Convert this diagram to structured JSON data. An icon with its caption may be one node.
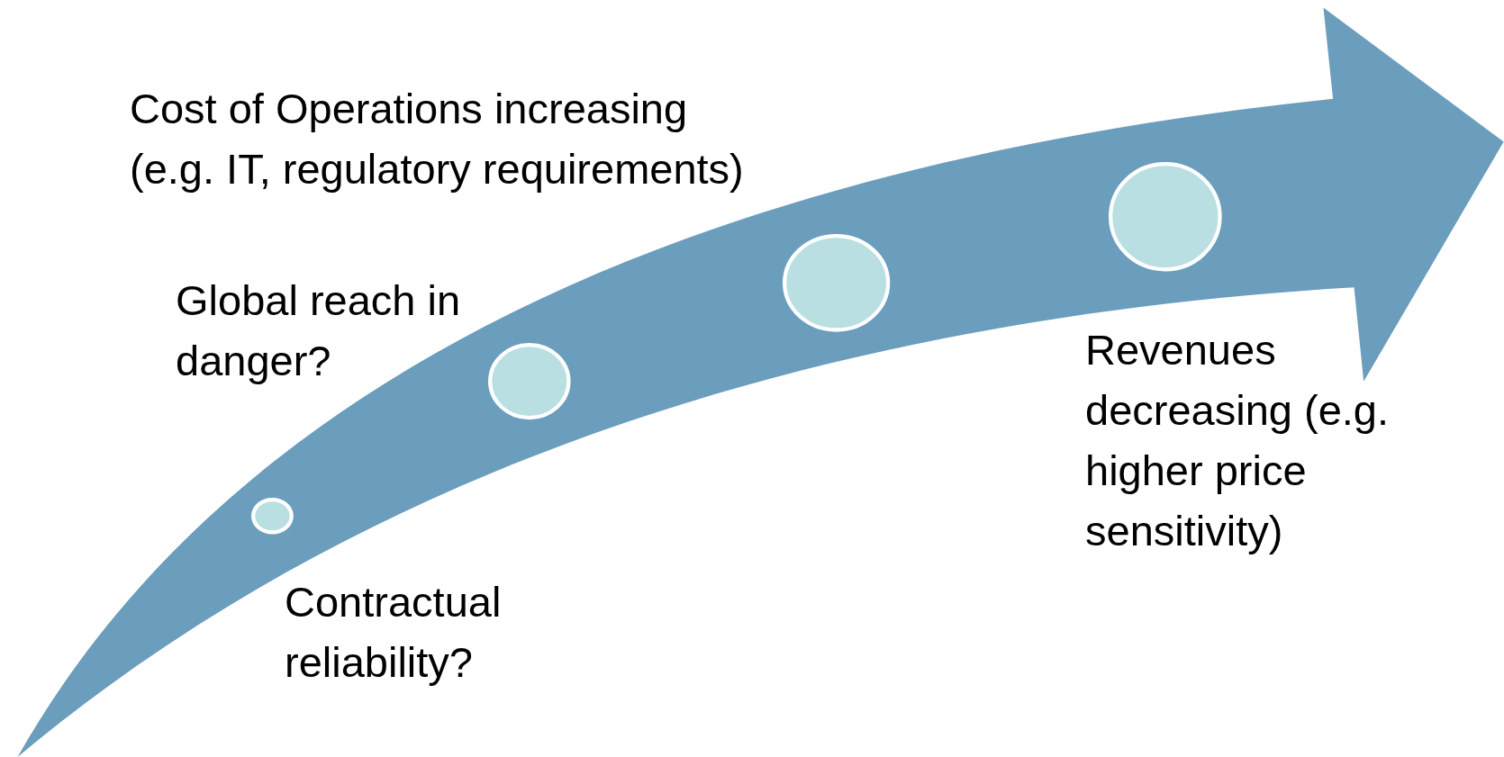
{
  "diagram": {
    "nodes": [
      {
        "text": [],
        "shape": "circle"
      },
      {
        "text": [],
        "shape": "circle"
      },
      {
        "text": [],
        "shape": "circle"
      },
      {
        "text": [],
        "shape": "circle"
      }
    ],
    "labels": [
      "Cost of Operations increasing (e.g. IT, regulatory requirements)",
      "Global reach in danger?",
      "Revenues decreasing (e.g. higher price sensitivity)",
      "Contractual reliability?"
    ]
  }
}
